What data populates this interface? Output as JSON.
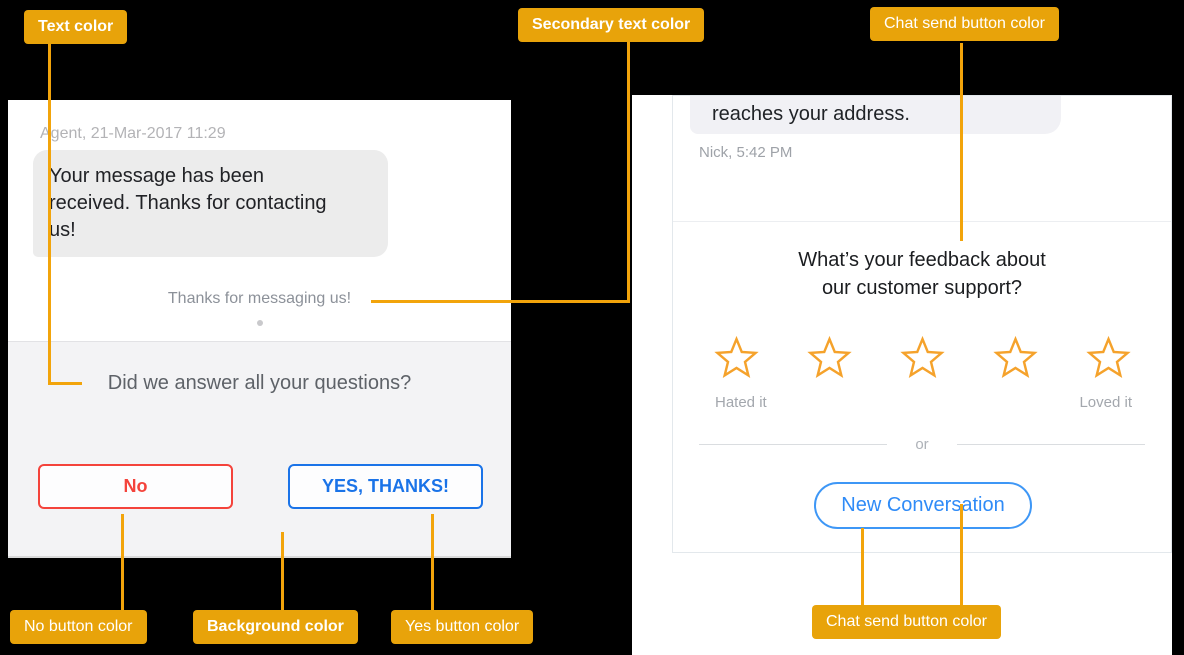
{
  "annotations": {
    "label_bg": "#E8A30A",
    "line_color": "#F2A40B",
    "labels": [
      {
        "id": "text-color",
        "text": "Text color"
      },
      {
        "id": "secondary-text-color",
        "text": "Secondary text color"
      },
      {
        "id": "chat-send-button-top",
        "text": "Chat send button color"
      },
      {
        "id": "no-button-color",
        "text": "No button color"
      },
      {
        "id": "background-color",
        "text": "Background color"
      },
      {
        "id": "yes-button-color",
        "text": "Yes button color"
      },
      {
        "id": "chat-send-button-bottom",
        "text": "Chat send button color"
      }
    ]
  },
  "left_chat": {
    "meta": "Agent, 21-Mar-2017 11:29",
    "message": "Your message has been\nreceived. Thanks for contacting\nus!",
    "system_note": "Thanks for messaging us!",
    "question": "Did we answer all your questions?",
    "buttons": {
      "no": "No",
      "yes": "YES, THANKS!"
    },
    "colors": {
      "no_button": "#F4433B",
      "yes_button": "#1A73E8",
      "background": "#F3F3F5",
      "text": "#5E6268",
      "secondary_text": "#8C9199"
    }
  },
  "right_chat": {
    "message": "reaches your address.",
    "meta": "Nick, 5:42 PM",
    "question": "What’s your feedback about\nour customer support?",
    "rating": {
      "star_count": 5,
      "low_label": "Hated it",
      "high_label": "Loved it",
      "star_color": "#F5A22B"
    },
    "divider_text": "or",
    "new_conversation_button": "New Conversation",
    "colors": {
      "send_button": "#3E97F6"
    }
  }
}
